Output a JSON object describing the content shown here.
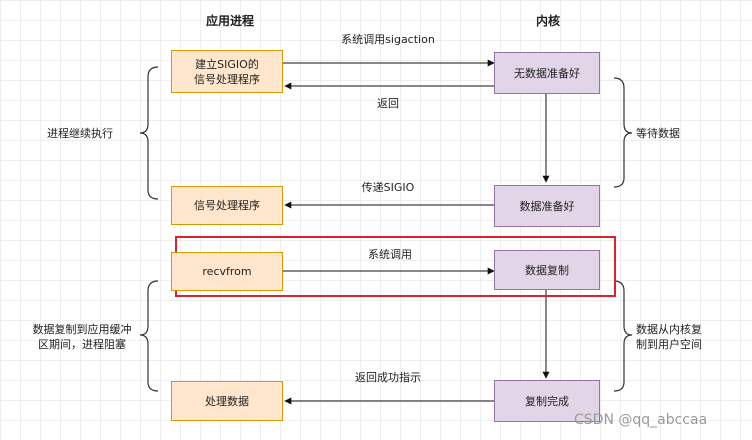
{
  "headers": {
    "app": "应用进程",
    "kernel": "内核"
  },
  "app_boxes": {
    "create_handler": "建立SIGIO的\n信号处理程序",
    "signal_handler": "信号处理程序",
    "recvfrom": "recvfrom",
    "process_data": "处理数据"
  },
  "kernel_boxes": {
    "no_data": "无数据准备好",
    "data_ready": "数据准备好",
    "copy_data": "数据复制",
    "copy_done": "复制完成"
  },
  "arrows": {
    "sigaction_call": "系统调用sigaction",
    "return": "返回",
    "deliver_sigio": "传递SIGIO",
    "syscall": "系统调用",
    "return_success": "返回成功指示"
  },
  "side_labels": {
    "process_continues": "进程继续执行",
    "wait_data": "等待数据",
    "blocked": "数据复制到应用缓冲\n区期间，进程阻塞",
    "copy_kernel_user": "数据从内核复\n制到用户空间"
  },
  "watermark": "CSDN @qq_abccaa",
  "colors": {
    "app_fill": "#ffe6cc",
    "app_border": "#d79b00",
    "kernel_fill": "#e1d5e7",
    "kernel_border": "#9673a6",
    "highlight": "#d9232e"
  }
}
